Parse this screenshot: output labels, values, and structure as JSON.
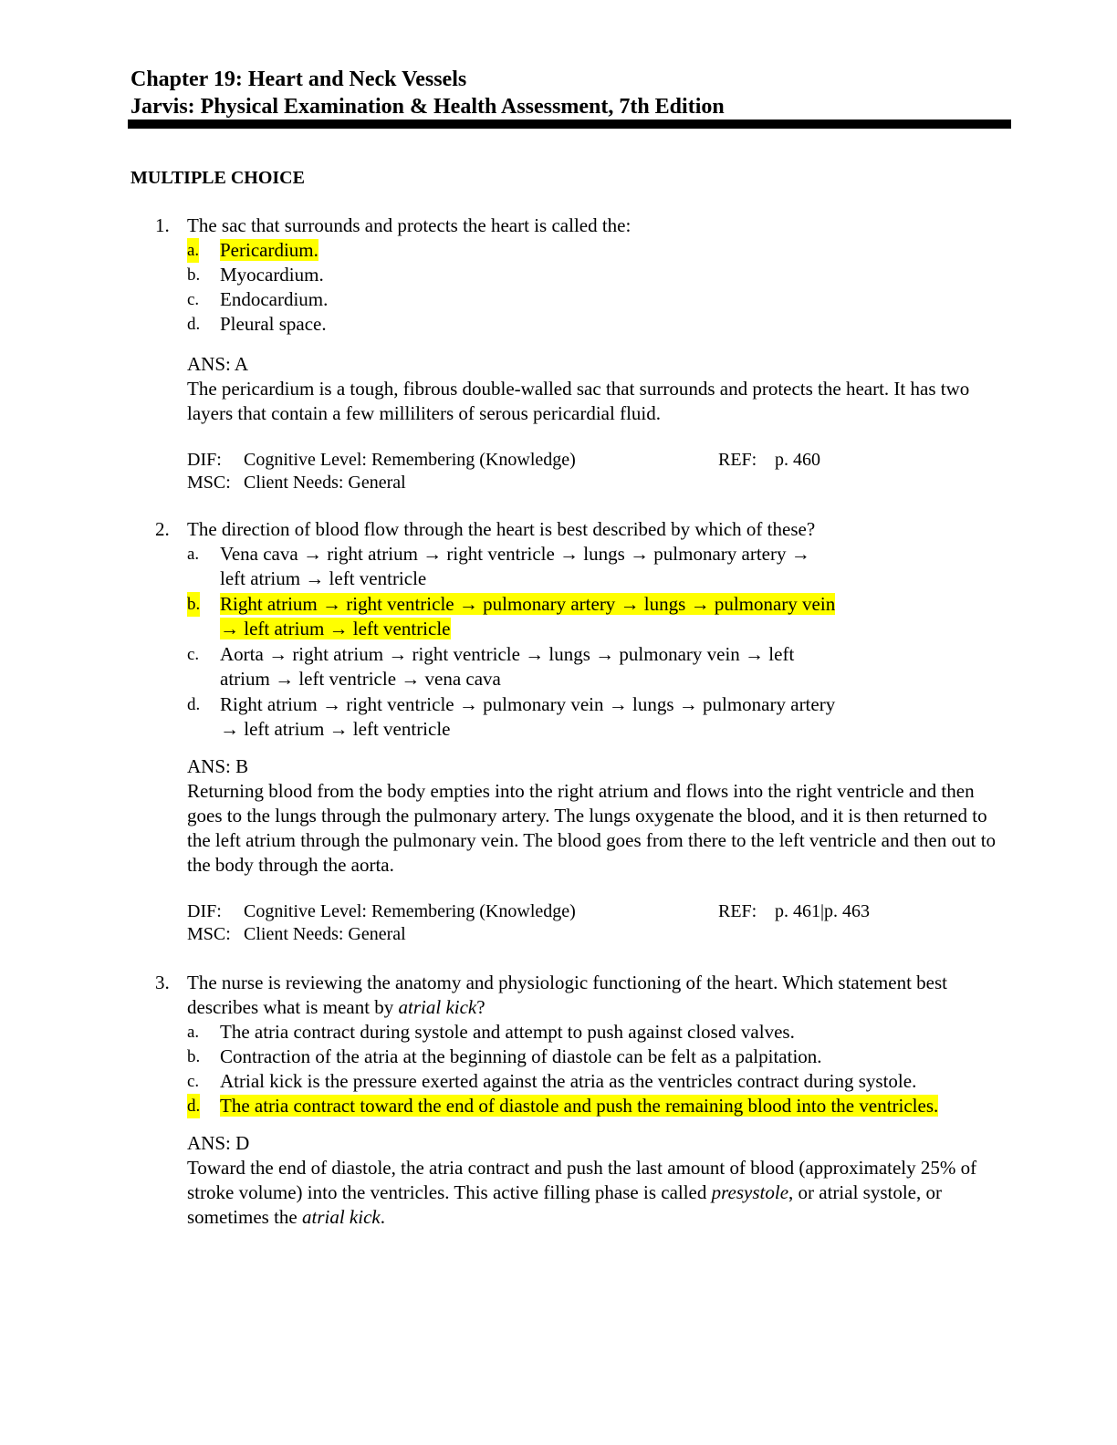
{
  "header": {
    "chapter": "Chapter 19: Heart and Neck Vessels",
    "book": "Jarvis: Physical Examination & Health Assessment, 7th Edition"
  },
  "section": "MULTIPLE CHOICE",
  "highlight_color": "#ffff00",
  "questions": [
    {
      "num": "1.",
      "text": "The sac that surrounds and protects the heart is called the:",
      "options": [
        {
          "l": "a.",
          "t": "Pericardium."
        },
        {
          "l": "b.",
          "t": "Myocardium."
        },
        {
          "l": "c.",
          "t": "Endocardium."
        },
        {
          "l": "d.",
          "t": "Pleural space."
        }
      ],
      "ans": "ANS:  A",
      "expl": "The pericardium is a tough, fibrous double-walled sac that surrounds and protects the heart. It has two layers that contain a few milliliters of serous pericardial fluid.",
      "dif_label": "DIF:",
      "dif": "Cognitive Level: Remembering (Knowledge)",
      "ref_label": "REF:",
      "ref": "p. 460",
      "msc_label": "MSC:",
      "msc": "Client Needs: General"
    },
    {
      "num": "2.",
      "text": "The direction of blood flow through the heart is best described by which of these?",
      "options": [
        {
          "l": "a.",
          "t1": "Vena cava → right atrium → right ventricle → lungs → pulmonary artery →",
          "t2": "left atrium → left ventricle"
        },
        {
          "l": "b.",
          "t1": "Right atrium → right ventricle → pulmonary artery → lungs → pulmonary vein",
          "t2": "→ left atrium → left ventricle"
        },
        {
          "l": "c.",
          "t1": "Aorta → right atrium → right ventricle → lungs → pulmonary vein → left",
          "t2": "atrium → left ventricle → vena cava"
        },
        {
          "l": "d.",
          "t1": "Right atrium → right ventricle → pulmonary vein → lungs → pulmonary artery",
          "t2": "→ left atrium → left ventricle"
        }
      ],
      "ans": "ANS:  B",
      "expl": "Returning blood from the body empties into the right atrium and flows into the right ventricle and then goes to the lungs through the pulmonary artery. The lungs oxygenate the blood, and it is then returned to the left atrium through the pulmonary vein. The blood goes from there to the left ventricle and then out to the body through the aorta.",
      "dif_label": "DIF:",
      "dif": "Cognitive Level: Remembering (Knowledge)",
      "ref_label": "REF:",
      "ref": "p. 461|p. 463",
      "msc_label": "MSC:",
      "msc": "Client Needs: General"
    },
    {
      "num": "3.",
      "text_a": "The nurse is reviewing the anatomy and physiologic functioning of the heart. Which statement best describes what is meant by ",
      "text_i": "atrial kick",
      "text_b": "?",
      "options": [
        {
          "l": "a.",
          "t": "The atria contract during systole and attempt to push against closed valves."
        },
        {
          "l": "b.",
          "t": "Contraction of the atria at the beginning of diastole can be felt as a palpitation."
        },
        {
          "l": "c.",
          "t": "Atrial kick is the pressure exerted against the atria as the ventricles contract during systole."
        },
        {
          "l": "d.",
          "t": "The atria contract toward the end of diastole and push the remaining blood into the ventricles."
        }
      ],
      "ans": "ANS:  D",
      "expl_a": "Toward the end of diastole, the atria contract and push the last amount of blood (approximately 25% of stroke volume) into the ventricles. This active filling phase is called ",
      "expl_i1": "presystole",
      "expl_b": ", or atrial systole, or sometimes the ",
      "expl_i2": "atrial kick",
      "expl_c": "."
    }
  ]
}
